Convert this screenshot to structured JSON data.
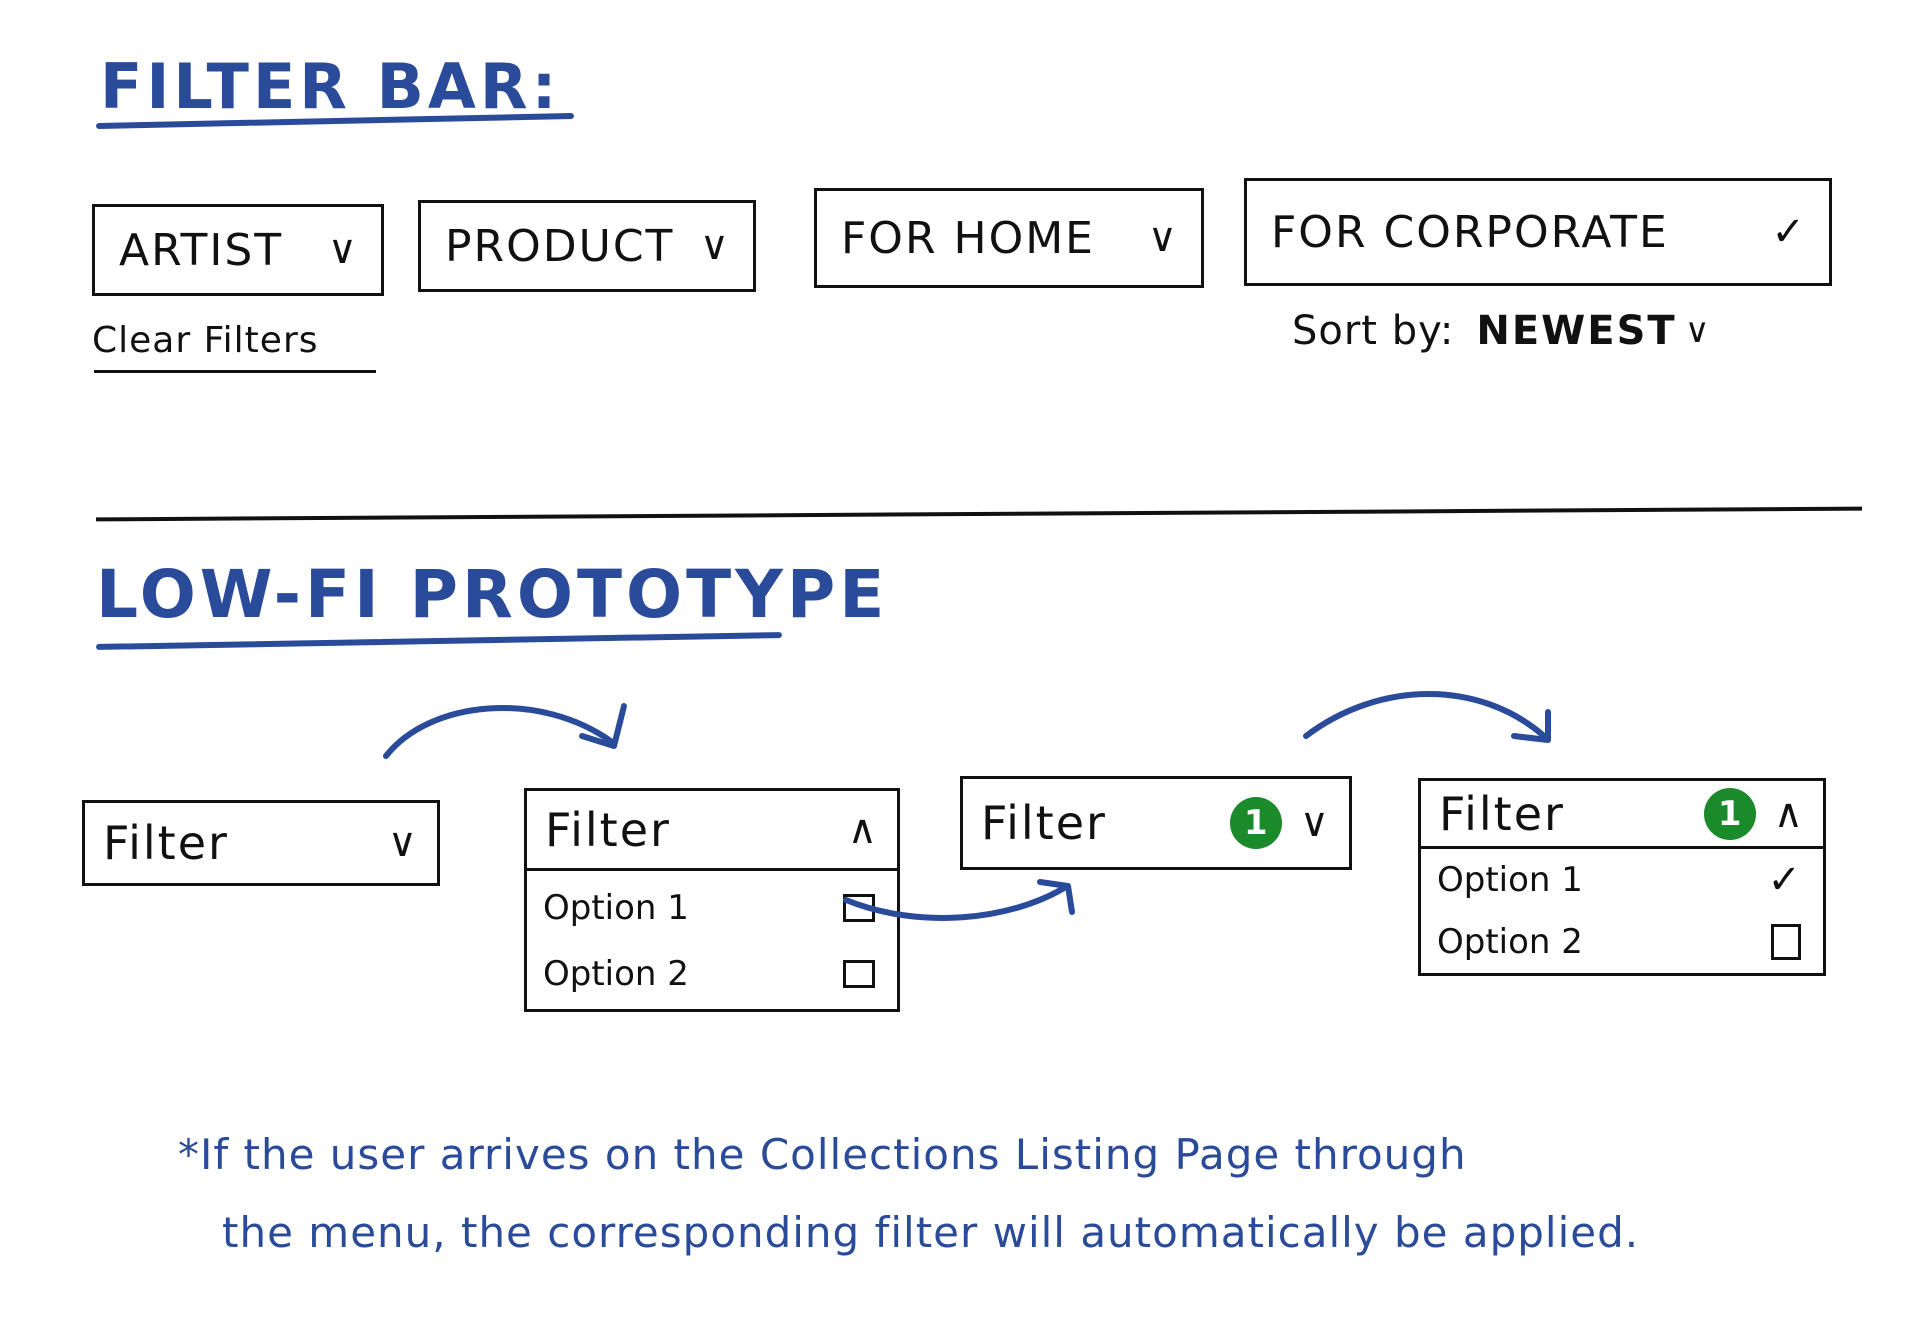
{
  "filter_bar": {
    "heading": "FILTER BAR:",
    "dropdowns": [
      {
        "label": "ARTIST"
      },
      {
        "label": "PRODUCT"
      },
      {
        "label": "FOR HOME"
      },
      {
        "label": "FOR CORPORATE"
      }
    ],
    "clear_filters": "Clear Filters",
    "sort_by_label": "Sort by:",
    "sort_by_value": "NEWEST"
  },
  "prototype": {
    "heading": "LOW-FI PROTOTYPE",
    "states": {
      "collapsed": {
        "label": "Filter"
      },
      "expanded": {
        "label": "Filter",
        "options": [
          "Option 1",
          "Option 2"
        ]
      },
      "collapsed_active": {
        "label": "Filter",
        "badge": "1"
      },
      "expanded_active": {
        "label": "Filter",
        "badge": "1",
        "options": [
          "Option 1",
          "Option 2"
        ]
      }
    }
  },
  "note": {
    "line1": "*If the user arrives on the Collections Listing Page through",
    "line2": "the menu, the corresponding filter will automatically be applied."
  },
  "colors": {
    "ink_blue": "#2a4a9a",
    "badge_green": "#1a8a2a",
    "ink_black": "#111111"
  },
  "icons": {
    "dropdown": "chevron-down-icon",
    "collapse": "chevron-up-icon",
    "checked": "check-icon",
    "unchecked": "checkbox-icon",
    "flow": "curved-arrow-icon"
  }
}
